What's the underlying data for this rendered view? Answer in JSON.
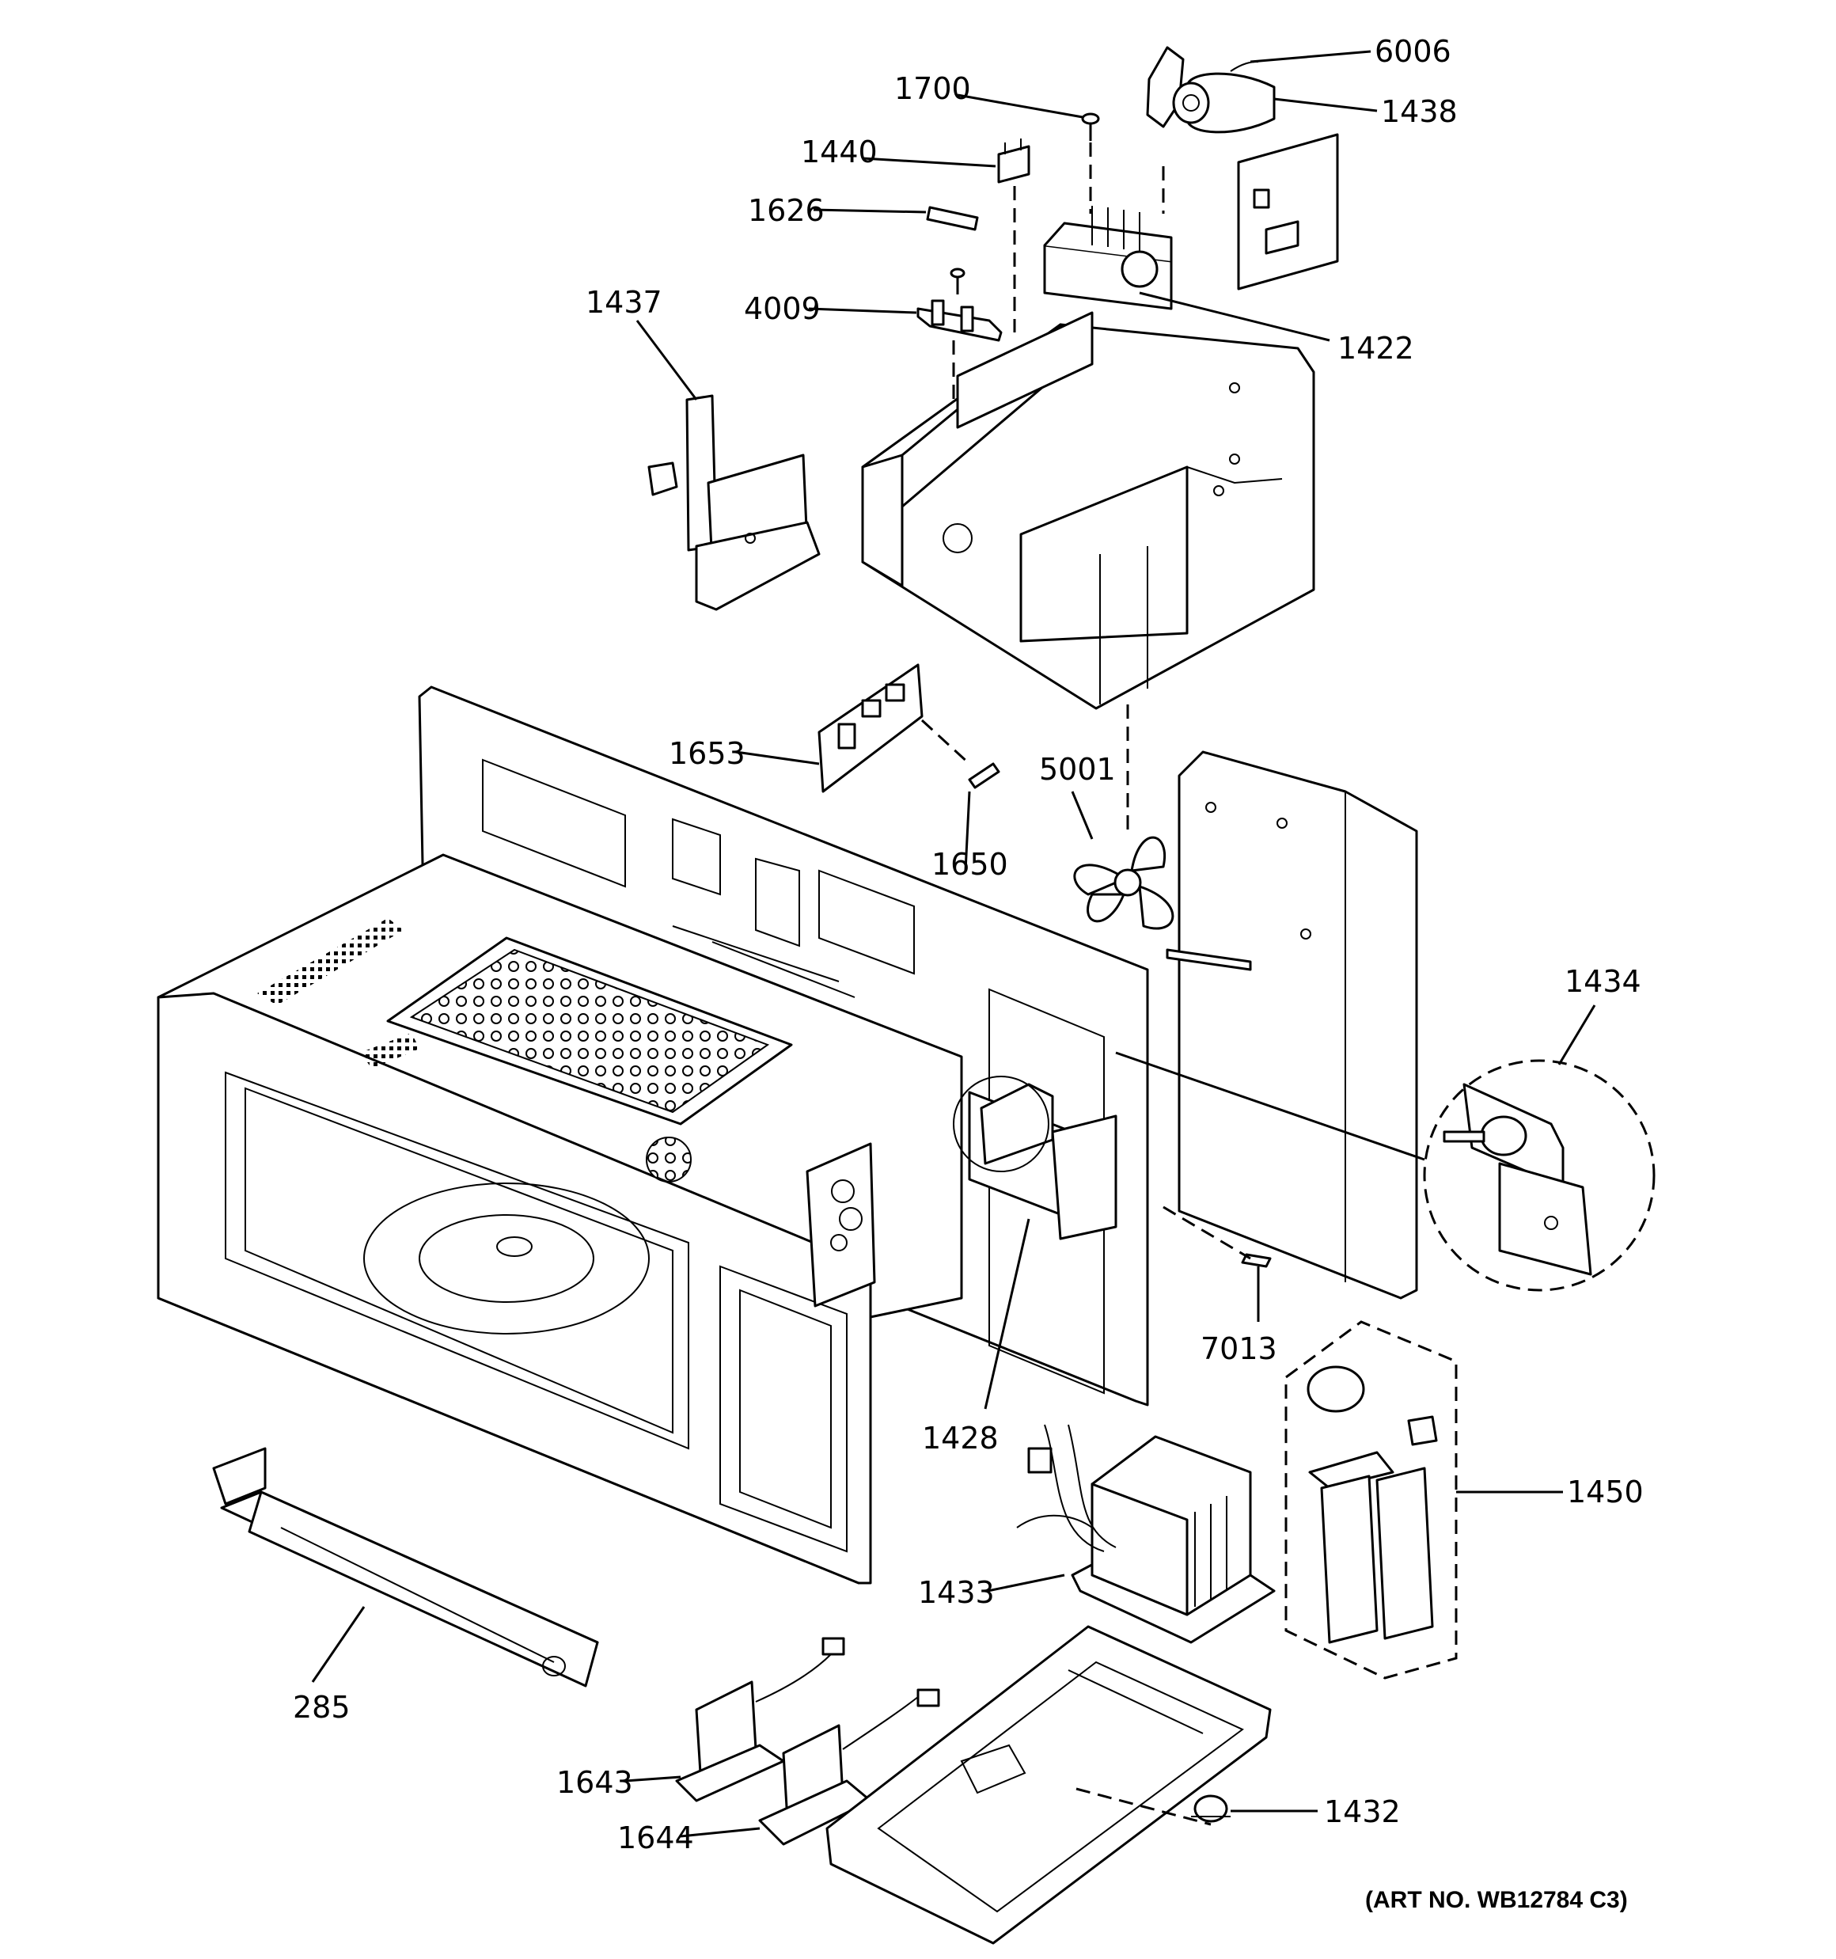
{
  "diagram": {
    "art_number": "(ART NO. WB12784 C3)",
    "callouts": {
      "p6006": "6006",
      "p1700": "1700",
      "p1438": "1438",
      "p1440": "1440",
      "p1626": "1626",
      "p4009": "4009",
      "p1437": "1437",
      "p1422": "1422",
      "p1653": "1653",
      "p5001": "5001",
      "p1650": "1650",
      "p1434": "1434",
      "p7013": "7013",
      "p1428": "1428",
      "p1450": "1450",
      "p1433": "1433",
      "p285": "285",
      "p1643": "1643",
      "p1644": "1644",
      "p1432": "1432"
    }
  }
}
